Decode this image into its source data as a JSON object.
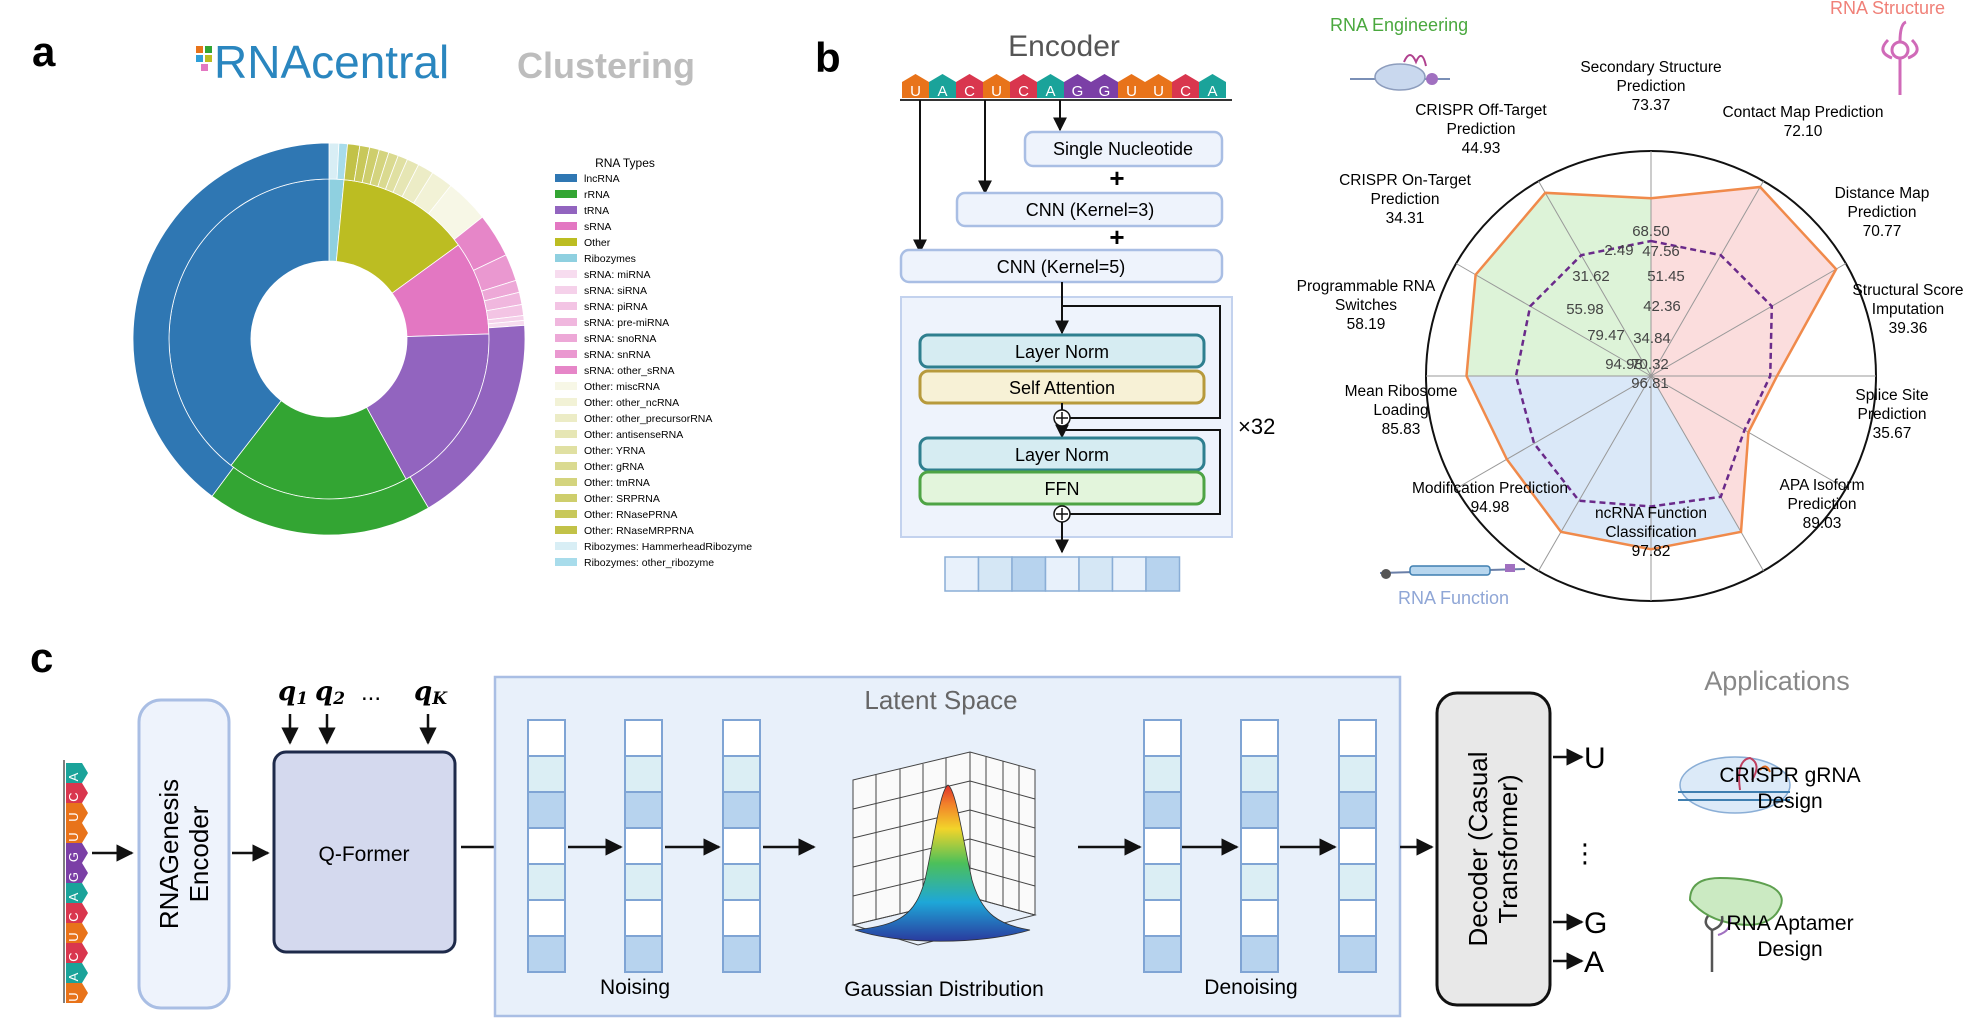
{
  "panel_a": {
    "letter": "a",
    "logo_text": "RNAcentral",
    "subtitle": "Clustering",
    "legend_title": "RNA Types",
    "legend": [
      {
        "label": "lncRNA",
        "color": "#2f77b3"
      },
      {
        "label": "rRNA",
        "color": "#33a533"
      },
      {
        "label": "tRNA",
        "color": "#9264bf"
      },
      {
        "label": "sRNA",
        "color": "#e377c2"
      },
      {
        "label": "Other",
        "color": "#bcbd22"
      },
      {
        "label": "Ribozymes",
        "color": "#8fd0e0"
      },
      {
        "label": "sRNA: miRNA",
        "color": "#f7dcef"
      },
      {
        "label": "sRNA: siRNA",
        "color": "#f5d1ea"
      },
      {
        "label": "sRNA: piRNA",
        "color": "#f3c4e4"
      },
      {
        "label": "sRNA: pre-miRNA",
        "color": "#f0b7de"
      },
      {
        "label": "sRNA: snoRNA",
        "color": "#eda8d7"
      },
      {
        "label": "sRNA: snRNA",
        "color": "#ea98d0"
      },
      {
        "label": "sRNA: other_sRNA",
        "color": "#e686c8"
      },
      {
        "label": "Other: miscRNA",
        "color": "#f7f7e6"
      },
      {
        "label": "Other: other_ncRNA",
        "color": "#f2f2d6"
      },
      {
        "label": "Other: other_precursorRNA",
        "color": "#ececc6"
      },
      {
        "label": "Other: antisenseRNA",
        "color": "#e6e6b4"
      },
      {
        "label": "Other: YRNA",
        "color": "#e0e0a2"
      },
      {
        "label": "Other: gRNA",
        "color": "#dada90"
      },
      {
        "label": "Other: tmRNA",
        "color": "#d4d47e"
      },
      {
        "label": "Other: SRPRNA",
        "color": "#cece6c"
      },
      {
        "label": "Other: RNasePRNA",
        "color": "#c8c85a"
      },
      {
        "label": "Other: RNaseMRPRNA",
        "color": "#c2c248"
      },
      {
        "label": "Ribozymes: HammerheadRibozyme",
        "color": "#d8eef5"
      },
      {
        "label": "Ribozymes: other_ribozyme",
        "color": "#a8dceb"
      }
    ],
    "inner_ring": [
      {
        "label": "Ribozymes",
        "value": 1.5,
        "color": "#8fd0e0"
      },
      {
        "label": "Other",
        "value": 13.5,
        "color": "#bcbd22"
      },
      {
        "label": "sRNA",
        "value": 9.5,
        "color": "#e377c2"
      },
      {
        "label": "tRNA",
        "value": 17.5,
        "color": "#9264bf"
      },
      {
        "label": "rRNA",
        "value": 18.5,
        "color": "#33a533"
      },
      {
        "label": "lncRNA",
        "value": 39.5,
        "color": "#2f77b3"
      }
    ],
    "outer_ring": [
      {
        "value": 0.8,
        "color": "#d8eef5"
      },
      {
        "value": 0.7,
        "color": "#a8dceb"
      },
      {
        "value": 1.0,
        "color": "#c2c248"
      },
      {
        "value": 0.8,
        "color": "#c8c85a"
      },
      {
        "value": 0.8,
        "color": "#cece6c"
      },
      {
        "value": 0.8,
        "color": "#d4d47e"
      },
      {
        "value": 0.8,
        "color": "#dada90"
      },
      {
        "value": 0.8,
        "color": "#e0e0a2"
      },
      {
        "value": 1.0,
        "color": "#e6e6b4"
      },
      {
        "value": 1.3,
        "color": "#ececc6"
      },
      {
        "value": 1.8,
        "color": "#f2f2d6"
      },
      {
        "value": 3.6,
        "color": "#f7f7e6"
      },
      {
        "value": 3.6,
        "color": "#e686c8"
      },
      {
        "value": 2.2,
        "color": "#ea98d0"
      },
      {
        "value": 1.0,
        "color": "#eda8d7"
      },
      {
        "value": 1.0,
        "color": "#f0b7de"
      },
      {
        "value": 0.9,
        "color": "#f3c4e4"
      },
      {
        "value": 0.4,
        "color": "#f5d1ea"
      },
      {
        "value": 0.4,
        "color": "#f7dcef"
      },
      {
        "value": 17.5,
        "color": "#9264bf"
      },
      {
        "value": 18.5,
        "color": "#33a533"
      },
      {
        "value": 39.5,
        "color": "#2f77b3"
      }
    ]
  },
  "panel_b": {
    "letter": "b",
    "encoder_title": "Encoder",
    "sequence": [
      {
        "n": "U",
        "color": "#e8731a"
      },
      {
        "n": "A",
        "color": "#1aa39a"
      },
      {
        "n": "C",
        "color": "#d9364e"
      },
      {
        "n": "U",
        "color": "#e8731a"
      },
      {
        "n": "C",
        "color": "#d9364e"
      },
      {
        "n": "A",
        "color": "#1aa39a"
      },
      {
        "n": "G",
        "color": "#7b3fa6"
      },
      {
        "n": "G",
        "color": "#7b3fa6"
      },
      {
        "n": "U",
        "color": "#e8731a"
      },
      {
        "n": "U",
        "color": "#e8731a"
      },
      {
        "n": "C",
        "color": "#d9364e"
      },
      {
        "n": "A",
        "color": "#1aa39a"
      }
    ],
    "blocks": {
      "single_nucleotide": "Single Nucleotide",
      "cnn3": "CNN (Kernel=3)",
      "cnn5": "CNN (Kernel=5)",
      "layer_norm_1": "Layer Norm",
      "self_attention": "Self Attention",
      "layer_norm_2": "Layer Norm",
      "ffn": "FFN",
      "plus": "+",
      "repeat": "×32"
    },
    "radar": {
      "corner_labels": {
        "engineering": "RNA Engineering",
        "structure": "RNA Structure",
        "function": "RNA Function"
      },
      "axes": [
        {
          "name": "Secondary Structure\nPrediction",
          "outer": "73.37",
          "inner": "68.50"
        },
        {
          "name": "Contact Map Prediction",
          "outer": "72.10",
          "inner": "47.56"
        },
        {
          "name": "Distance Map\nPrediction",
          "outer": "70.77",
          "inner": "51.45"
        },
        {
          "name": "Structural Score\nImputation",
          "outer": "39.36",
          "inner": "42.36"
        },
        {
          "name": "Splice Site\nPrediction",
          "outer": "35.67",
          "inner": "34.84"
        },
        {
          "name": "APA Isoform\nPrediction",
          "outer": "89.03",
          "inner": "70.32"
        },
        {
          "name": "ncRNA Function\nClassification",
          "outer": "97.82",
          "inner": "96.81"
        },
        {
          "name": "Modification Prediction",
          "outer": "94.98",
          "inner": "94.98"
        },
        {
          "name": "Mean Ribosome\nLoading",
          "outer": "85.83",
          "inner": "79.47"
        },
        {
          "name": "Programmable RNA\nSwitches",
          "outer": "58.19",
          "inner": "55.98"
        },
        {
          "name": "CRISPR On-Target\nPrediction",
          "outer": "34.31",
          "inner": "31.62"
        },
        {
          "name": "CRISPR Off-Target\nPrediction",
          "outer": "44.93",
          "inner": "2.49"
        }
      ],
      "outer_fraction": [
        0.79,
        0.97,
        0.95,
        0.56,
        0.5,
        0.8,
        0.77,
        0.8,
        0.74,
        0.82,
        0.9,
        0.94
      ],
      "inner_fraction": [
        0.6,
        0.62,
        0.62,
        0.53,
        0.48,
        0.62,
        0.58,
        0.64,
        0.6,
        0.6,
        0.62,
        0.62
      ]
    }
  },
  "panel_c": {
    "letter": "c",
    "sequence": [
      "U",
      "A",
      "C",
      "U",
      "C",
      "A",
      "G",
      "G",
      "U",
      "U",
      "C",
      "A"
    ],
    "encoder_label": "RNAGenesis\nEncoder",
    "queries": {
      "q1": "q",
      "q1_sub": "1",
      "q2": "q",
      "q2_sub": "2",
      "dots": "...",
      "qk": "q",
      "qk_sub": "K"
    },
    "qformer_label": "Q-Former",
    "latent_title": "Latent Space",
    "noising_label": "Noising",
    "gaussian_label": "Gaussian Distribution",
    "denoising_label": "Denoising",
    "decoder_label": "Decoder (Casual\nTransformer)",
    "outputs": {
      "u": "U",
      "dots": "⋮",
      "g": "G",
      "a": "A"
    },
    "applications_title": "Applications",
    "app1": "CRISPR gRNA\nDesign",
    "app2": "RNA Aptamer\nDesign"
  }
}
